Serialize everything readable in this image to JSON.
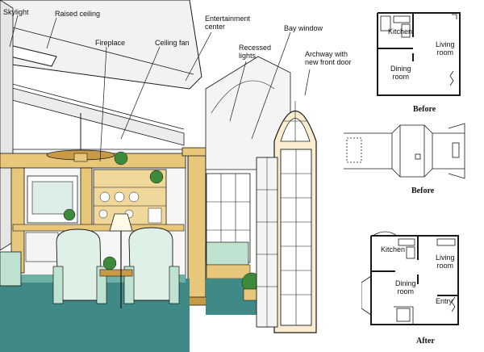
{
  "callouts": {
    "skylight": "Skylight",
    "raised_ceiling": "Raised ceiling",
    "fireplace": "Fireplace",
    "ceiling_fan": "Ceiling fan",
    "entertainment_center_l1": "Entertainment",
    "entertainment_center_l2": "center",
    "recessed_lights_l1": "Recessed",
    "recessed_lights_l2": "lights",
    "bay_window": "Bay window",
    "archway_l1": "Archway with",
    "archway_l2": "new front door"
  },
  "plans": {
    "before_plan": {
      "kitchen": "Kitchen",
      "living_l1": "Living",
      "living_l2": "room",
      "dining_l1": "Dining",
      "dining_l2": "room",
      "caption": "Before"
    },
    "before_elevation": {
      "caption": "Before"
    },
    "after_plan": {
      "kitchen": "Kitchen",
      "living_l1": "Living",
      "living_l2": "room",
      "dining_l1": "Dining",
      "dining_l2": "room",
      "entry": "Entry",
      "caption": "After"
    }
  },
  "colors": {
    "wood": "#e8c67a",
    "wood_dark": "#c99a45",
    "upholstery": "#bfe3d0",
    "carpet": "#3f8a86",
    "foliage": "#3d8a3a",
    "line": "#1a1a1a"
  }
}
